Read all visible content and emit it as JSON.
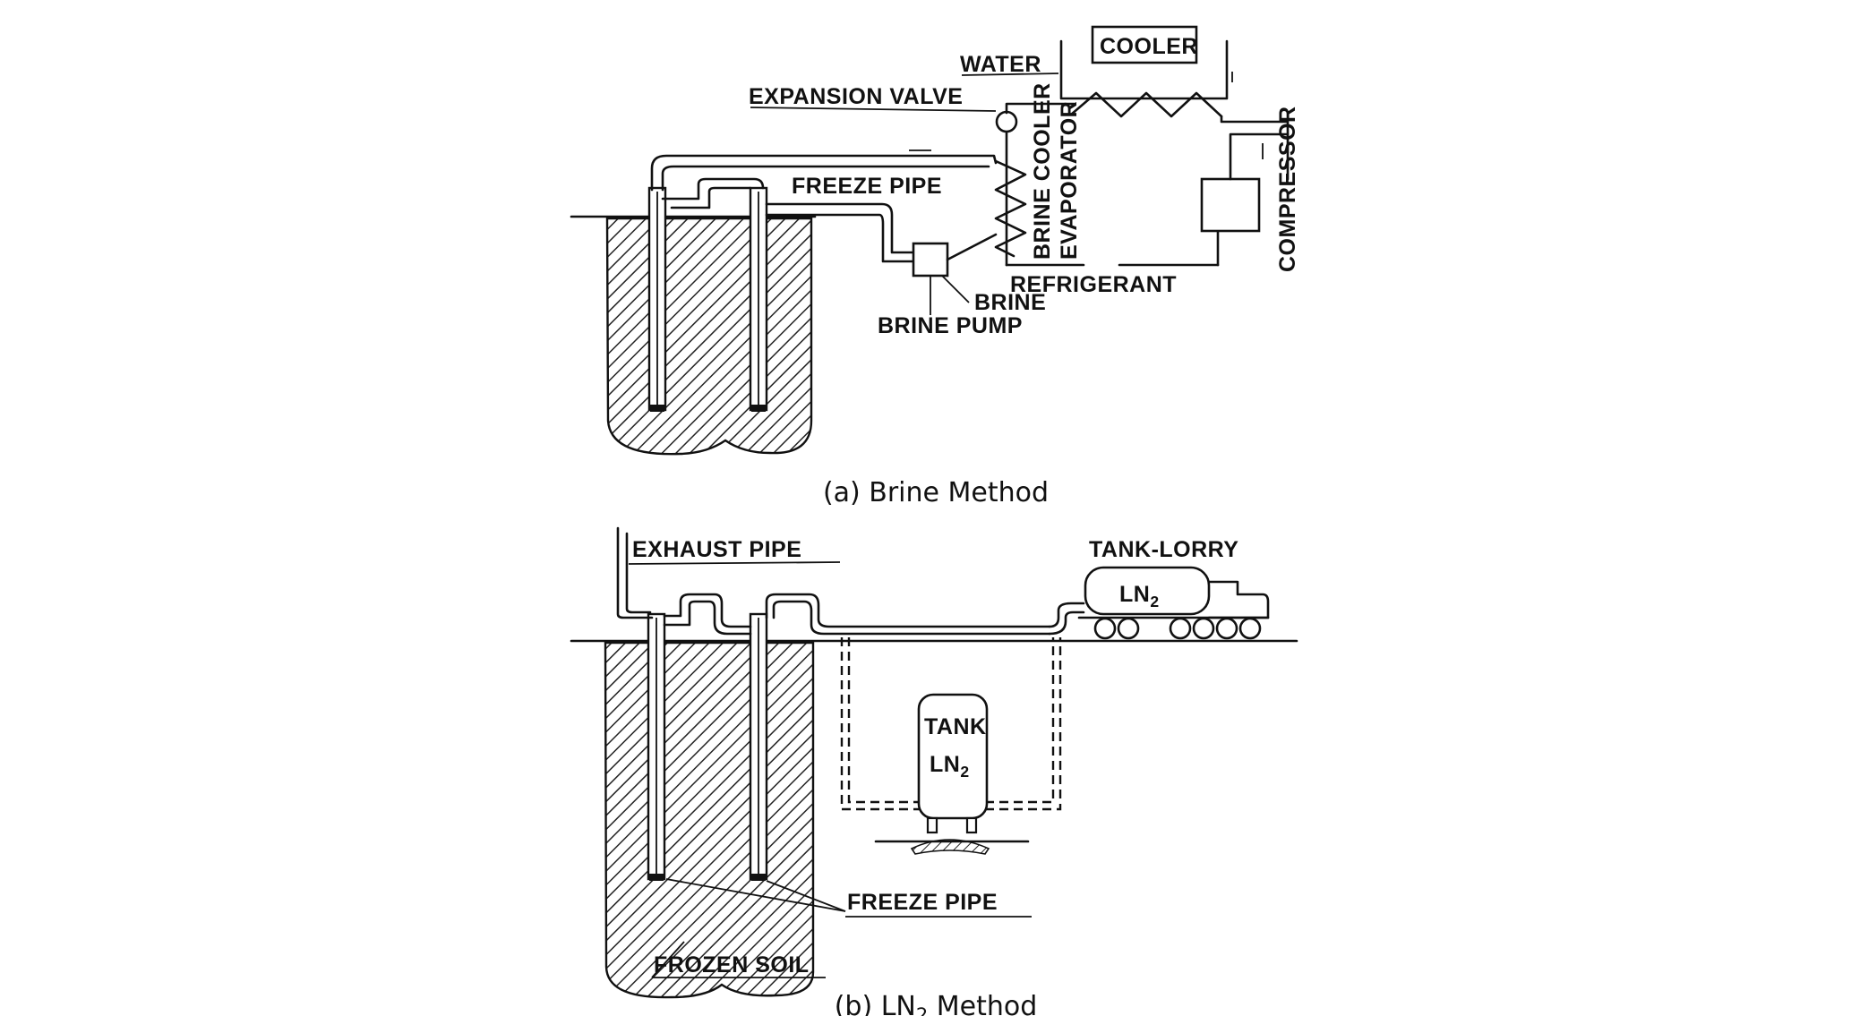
{
  "captions": {
    "a": "(a) Brine Method",
    "b_prefix": "(b) LN",
    "b_sub": "2",
    "b_suffix": " Method"
  },
  "brine_labels": {
    "water": "WATER",
    "cooler": "COOLER",
    "expansion_valve": "EXPANSION VALVE",
    "freeze_pipe": "FREEZE PIPE",
    "brine_cooler": "BRINE COOLER",
    "evaporator": "EVAPORATOR",
    "compressor": "COMPRESSOR",
    "refrigerant": "REFRIGERANT",
    "brine": "BRINE",
    "brine_pump": "BRINE PUMP"
  },
  "ln2_labels": {
    "exhaust_pipe": "EXHAUST PIPE",
    "tank_lorry": "TANK-LORRY",
    "lorry_ln": "LN",
    "lorry_sub": "2",
    "tank": "TANK",
    "tank_ln": "LN",
    "tank_sub": "2",
    "freeze_pipe": "FREEZE PIPE",
    "frozen_soil": "FROZEN SOIL"
  }
}
